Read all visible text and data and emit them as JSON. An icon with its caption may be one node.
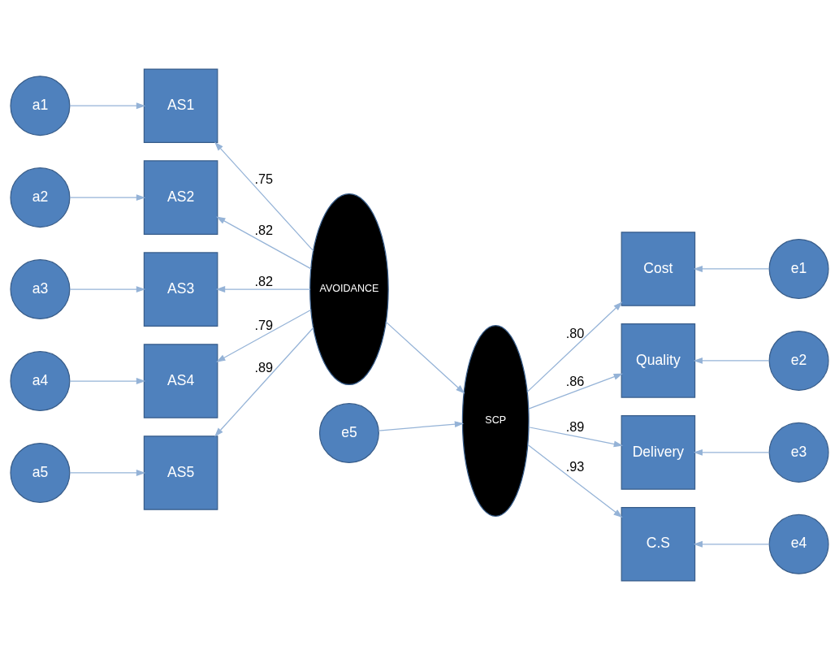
{
  "diagram": {
    "nodes": [
      {
        "text": [
          "a1"
        ]
      },
      {
        "text": [
          "a2"
        ]
      },
      {
        "text": [
          "a3"
        ]
      },
      {
        "text": [
          "a4"
        ]
      },
      {
        "text": [
          "a5"
        ]
      },
      {
        "text": [
          "AS1"
        ]
      },
      {
        "text": [
          "AS2"
        ]
      },
      {
        "text": [
          "AS3"
        ]
      },
      {
        "text": [
          "AS4"
        ]
      },
      {
        "text": [
          "AS5"
        ]
      },
      {
        "text": [
          "AVOIDANCE"
        ]
      },
      {
        "text": [
          "SCP"
        ]
      },
      {
        "text": [
          "e5"
        ]
      },
      {
        "text": [
          "Cost"
        ]
      },
      {
        "text": [
          "Quality"
        ]
      },
      {
        "text": [
          "Delivery"
        ]
      },
      {
        "text": [
          "C.S"
        ]
      },
      {
        "text": [
          "e1"
        ]
      },
      {
        "text": [
          "e2"
        ]
      },
      {
        "text": [
          "e3"
        ]
      },
      {
        "text": [
          "e4"
        ]
      }
    ],
    "edges": [
      {
        "from": 0,
        "to": 5,
        "arrow": "to"
      },
      {
        "from": 1,
        "to": 6,
        "arrow": "to"
      },
      {
        "from": 2,
        "to": 7,
        "arrow": "to"
      },
      {
        "from": 3,
        "to": 8,
        "arrow": "to"
      },
      {
        "from": 4,
        "to": 9,
        "arrow": "to"
      },
      {
        "from": 10,
        "to": 5,
        "arrow": "to",
        "label": ".75"
      },
      {
        "from": 10,
        "to": 6,
        "arrow": "to",
        "label": ".82"
      },
      {
        "from": 10,
        "to": 7,
        "arrow": "to",
        "label": ".82"
      },
      {
        "from": 10,
        "to": 8,
        "arrow": "to",
        "label": ".79"
      },
      {
        "from": 10,
        "to": 9,
        "arrow": "to",
        "label": ".89"
      },
      {
        "from": 10,
        "to": 11,
        "arrow": "to"
      },
      {
        "from": 12,
        "to": 11,
        "arrow": "to"
      },
      {
        "from": 11,
        "to": 13,
        "arrow": "to",
        "label": ".80"
      },
      {
        "from": 11,
        "to": 14,
        "arrow": "to",
        "label": ".86"
      },
      {
        "from": 11,
        "to": 15,
        "arrow": "to",
        "label": ".89"
      },
      {
        "from": 11,
        "to": 16,
        "arrow": "to",
        "label": ".93"
      },
      {
        "from": 17,
        "to": 13,
        "arrow": "to"
      },
      {
        "from": 18,
        "to": 14,
        "arrow": "to"
      },
      {
        "from": 19,
        "to": 15,
        "arrow": "to"
      },
      {
        "from": 20,
        "to": 16,
        "arrow": "to"
      }
    ]
  }
}
